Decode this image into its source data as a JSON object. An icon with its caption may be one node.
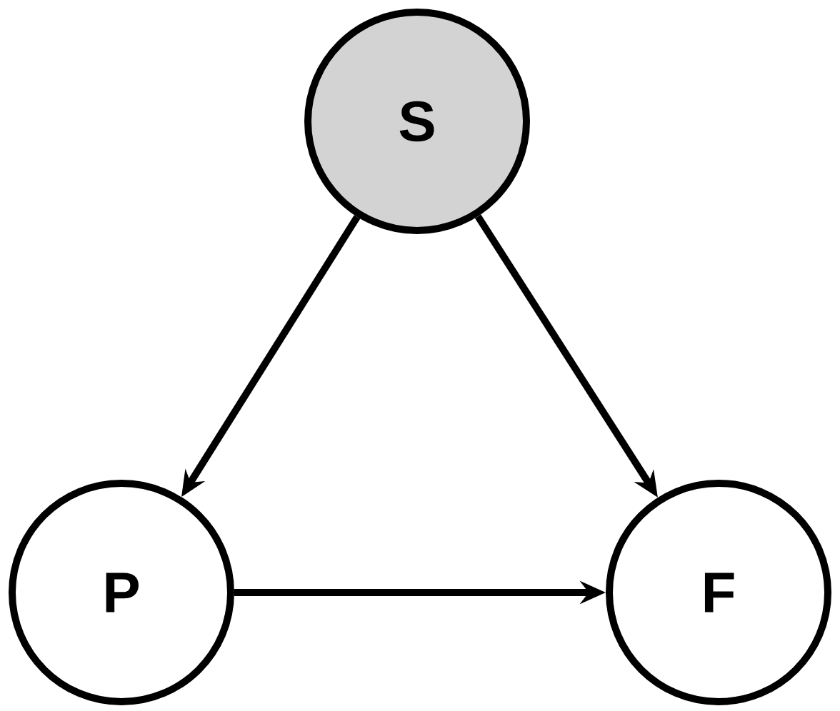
{
  "diagram": {
    "nodes": [
      {
        "text": [
          "S"
        ]
      },
      {
        "text": [
          "P"
        ]
      },
      {
        "text": [
          "F"
        ]
      }
    ],
    "edges": [
      {
        "from": 0,
        "to": 1,
        "arrow": "to"
      },
      {
        "from": 0,
        "to": 2,
        "arrow": "to"
      },
      {
        "from": 1,
        "to": 2,
        "arrow": "to"
      }
    ]
  }
}
